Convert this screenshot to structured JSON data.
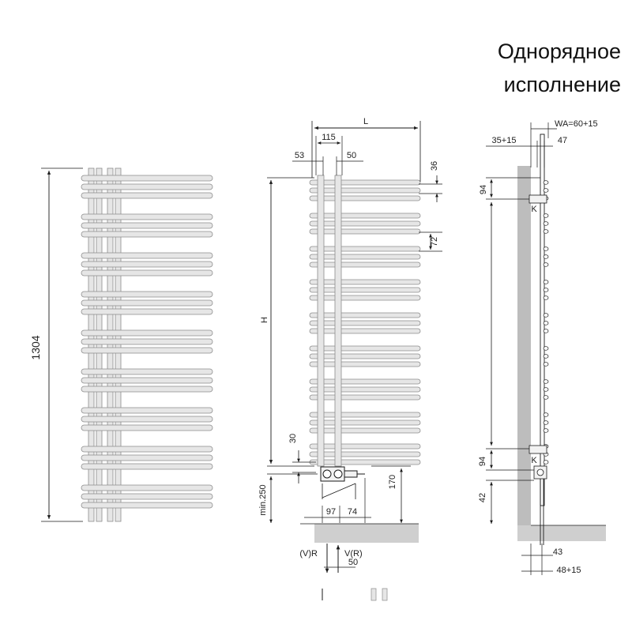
{
  "title": {
    "line1": "Однорядное",
    "line2": "исполнение"
  },
  "front_view": {
    "height_label": "1304"
  },
  "middle_view": {
    "width_label": "L",
    "height_label": "H",
    "dims": {
      "d115": "115",
      "d53": "53",
      "d50_top": "50",
      "d36": "36",
      "d72": "72",
      "d30": "30",
      "d170": "170",
      "min250": "min.250",
      "d97": "97",
      "d74": "74",
      "d50_bottom": "50"
    },
    "connections": {
      "left": "(V)R",
      "right": "V(R)"
    }
  },
  "side_view": {
    "dims": {
      "wa": "WA=60+15",
      "d35_15": "35+15",
      "d47": "47",
      "d94_top": "94",
      "k_top": "K",
      "d94_bottom": "94",
      "k_bottom": "K",
      "d42": "42",
      "d43": "43",
      "d48_15": "48+15"
    }
  },
  "colors": {
    "line": "#1a1a1a",
    "tube_fill": "#e6e6e6",
    "tube_stroke": "#8c8c8c",
    "wall": "#bdbdbd",
    "floor": "#cfcfcf"
  }
}
